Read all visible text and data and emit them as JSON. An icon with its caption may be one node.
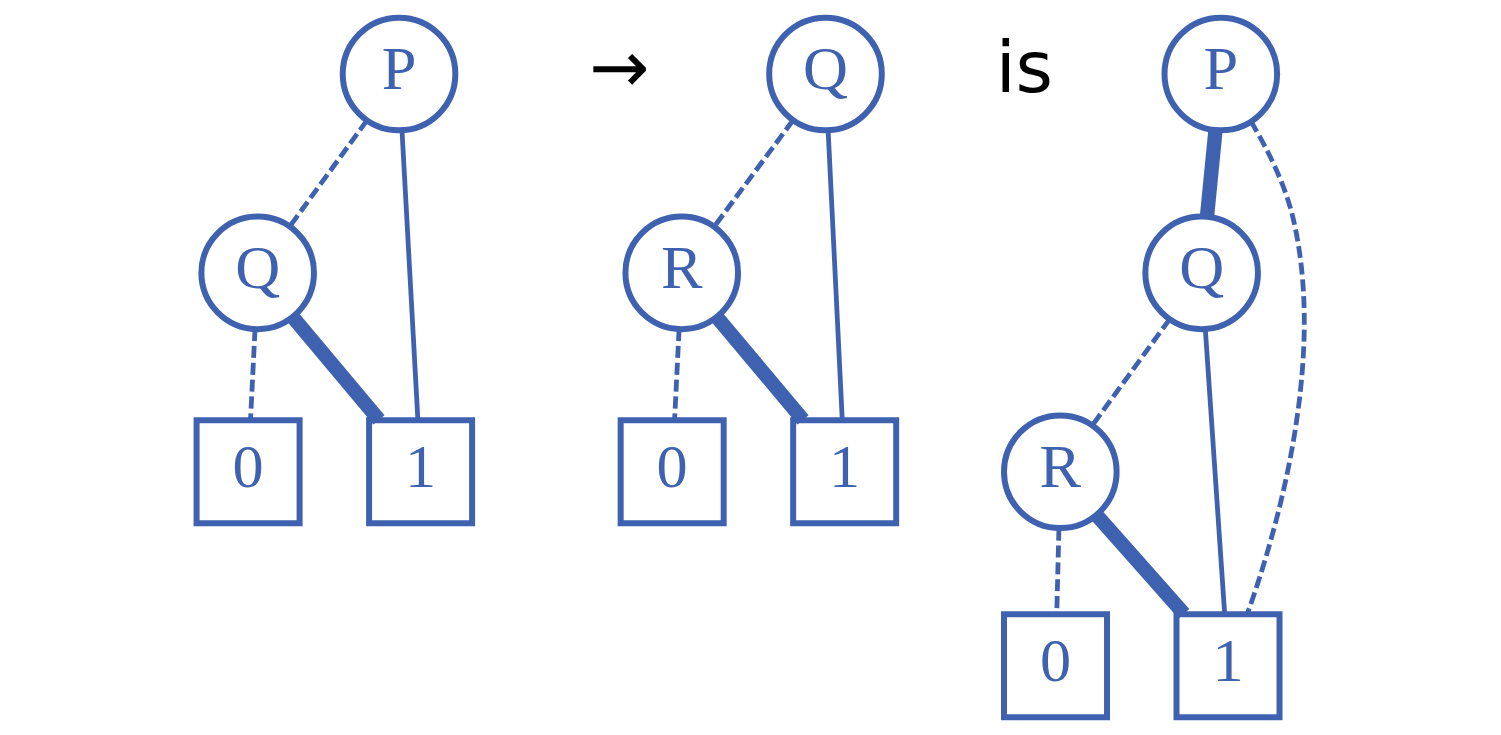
{
  "diagram": {
    "nodes": [
      {
        "text": [
          "P"
        ]
      },
      {
        "text": [
          "Q"
        ]
      },
      {
        "text": [
          "0"
        ]
      },
      {
        "text": [
          "1"
        ]
      },
      {
        "text": [
          "Q"
        ]
      },
      {
        "text": [
          "R"
        ]
      },
      {
        "text": [
          "0"
        ]
      },
      {
        "text": [
          "1"
        ]
      },
      {
        "text": [
          "P"
        ]
      },
      {
        "text": [
          "Q"
        ]
      },
      {
        "text": [
          "R"
        ]
      },
      {
        "text": [
          "0"
        ]
      },
      {
        "text": [
          "1"
        ]
      }
    ],
    "edges": [
      {
        "from": 0,
        "to": 1,
        "arrow": "none",
        "style": "dashed"
      },
      {
        "from": 0,
        "to": 3,
        "arrow": "none"
      },
      {
        "from": 1,
        "to": 2,
        "arrow": "none",
        "style": "dashed"
      },
      {
        "from": 1,
        "to": 3,
        "arrow": "none",
        "style": "thick"
      },
      {
        "from": 4,
        "to": 5,
        "arrow": "none",
        "style": "dashed"
      },
      {
        "from": 4,
        "to": 7,
        "arrow": "none"
      },
      {
        "from": 5,
        "to": 6,
        "arrow": "none",
        "style": "dashed"
      },
      {
        "from": 5,
        "to": 7,
        "arrow": "none",
        "style": "thick"
      },
      {
        "from": 8,
        "to": 9,
        "arrow": "none",
        "style": "thick"
      },
      {
        "from": 8,
        "to": 12,
        "arrow": "none",
        "style": "dashed"
      },
      {
        "from": 9,
        "to": 10,
        "arrow": "none",
        "style": "dashed"
      },
      {
        "from": 9,
        "to": 12,
        "arrow": "none"
      },
      {
        "from": 10,
        "to": 11,
        "arrow": "none",
        "style": "dashed"
      },
      {
        "from": 10,
        "to": 12,
        "arrow": "none",
        "style": "thick"
      }
    ],
    "labels": [
      "→",
      "is"
    ]
  }
}
